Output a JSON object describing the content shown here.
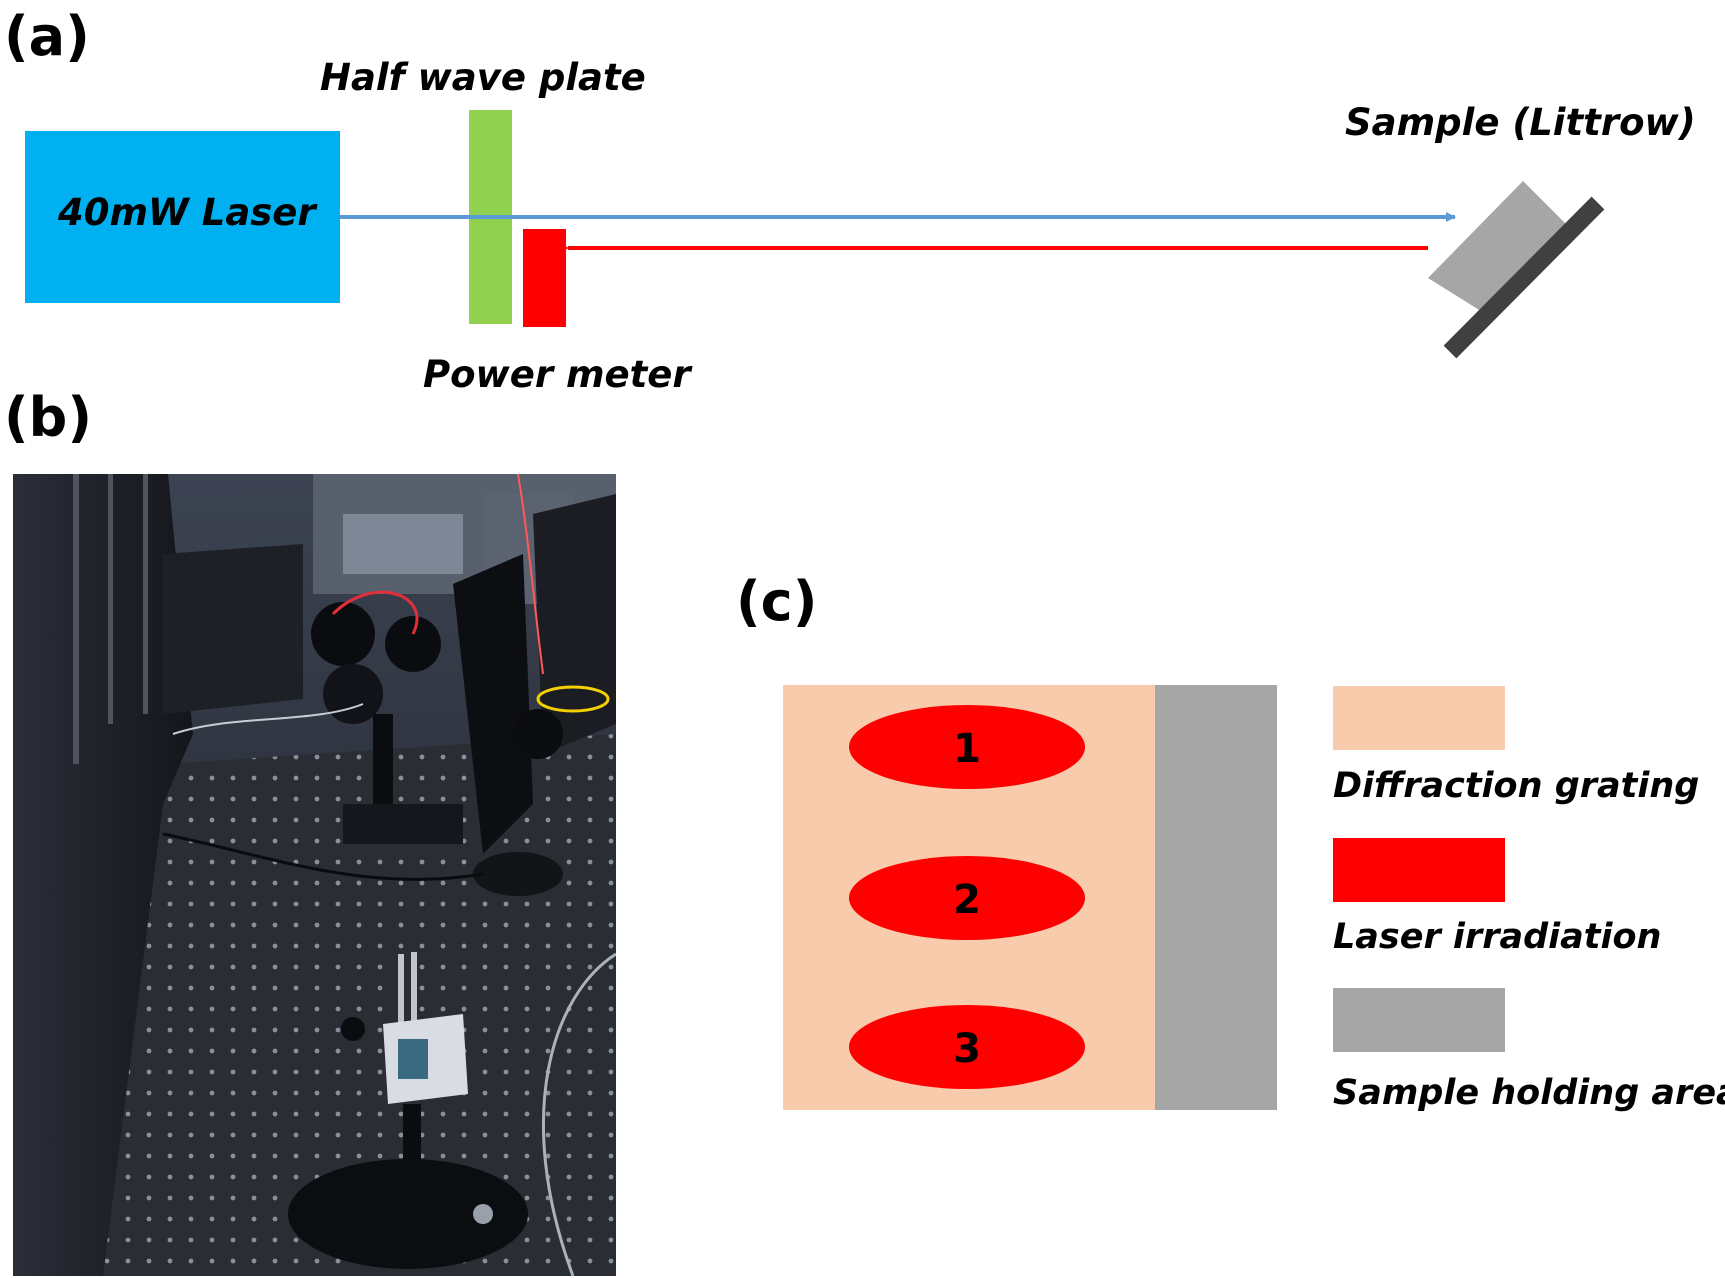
{
  "panel_a": {
    "label": "(a)",
    "laser_label": "40mW Laser",
    "half_wave_plate_label": "Half wave plate",
    "power_meter_label": "Power meter",
    "sample_label": "Sample (Littrow)"
  },
  "panel_b": {
    "label": "(b)"
  },
  "panel_c": {
    "label": "(c)",
    "spots": [
      "1",
      "2",
      "3"
    ],
    "legend": [
      {
        "label": "Diffraction grating",
        "color": "#f8cbad"
      },
      {
        "label": "Laser irradiation",
        "color": "#ff0000"
      },
      {
        "label": "Sample holding area",
        "color": "#a6a6a6"
      }
    ]
  },
  "colors": {
    "laser_box": "#00b0f0",
    "half_wave_plate": "#92d050",
    "power_meter": "#ff0000",
    "incident_beam": "#5b9bd5",
    "diffracted_beam": "#ff0000",
    "sample_block": "#a6a6a6",
    "sample_mount": "#404040"
  }
}
